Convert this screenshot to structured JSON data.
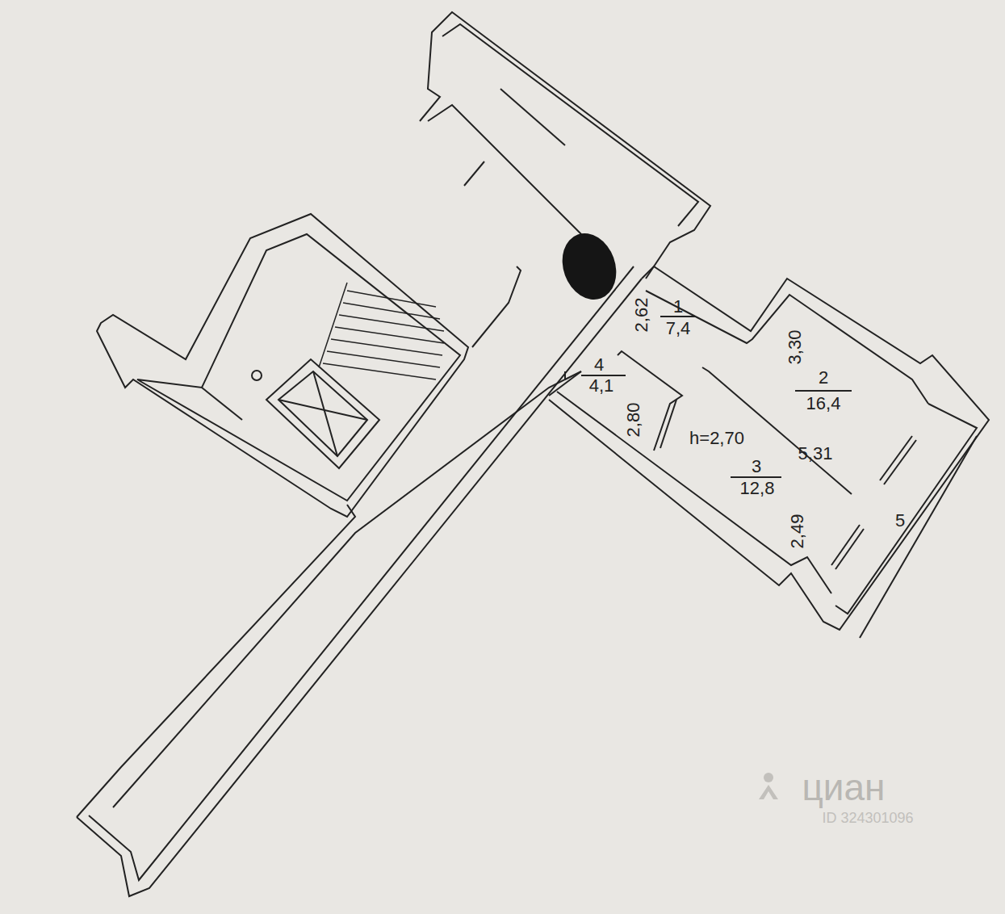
{
  "diagram": {
    "labels": [
      "2,62",
      "1",
      "7,4",
      "3,30",
      "2",
      "16,4",
      "4",
      "4,1",
      "2,80",
      "h=2,70",
      "5,31",
      "3",
      "12,8",
      "2,49",
      "5",
      "циан",
      "ID 324301096"
    ]
  }
}
